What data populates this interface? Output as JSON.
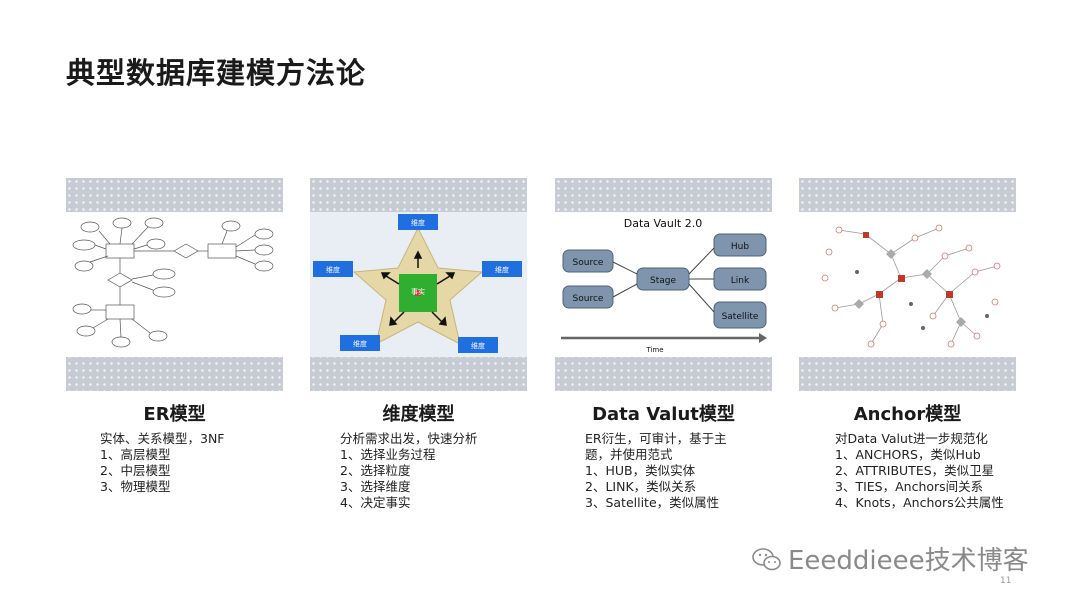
{
  "slide": {
    "title": "典型数据库建模方法论",
    "page_number": "11",
    "watermark": "Eeeddieee技术博客"
  },
  "cards": [
    {
      "title": "ER模型",
      "lines": [
        "实体、关系模型，3NF",
        "1、高层模型",
        "2、中层模型",
        "3、物理模型"
      ]
    },
    {
      "title": "维度模型",
      "lines": [
        "分析需求出发，快速分析",
        "1、选择业务过程",
        "2、选择粒度",
        "3、选择维度",
        "4、决定事实"
      ],
      "diagram": {
        "center_label": "事实",
        "dimension_label": "维度"
      }
    },
    {
      "title": "Data Valut模型",
      "lines": [
        "ER衍生，可审计，基于主",
        "题，并使用范式",
        "1、HUB，类似实体",
        "2、LINK，类似关系",
        "3、Satellite，类似属性"
      ],
      "diagram": {
        "heading": "Data Vault 2.0",
        "source1": "Source",
        "source2": "Source",
        "stage": "Stage",
        "hub": "Hub",
        "link": "Link",
        "satellite": "Satellite",
        "time": "Time"
      }
    },
    {
      "title": "Anchor模型",
      "lines": [
        "对Data Valut进一步规范化",
        "1、ANCHORS，类似Hub",
        "2、ATTRIBUTES，类似卫星",
        "3、TIES，Anchors间关系",
        "4、Knots，Anchors公共属性"
      ]
    }
  ]
}
